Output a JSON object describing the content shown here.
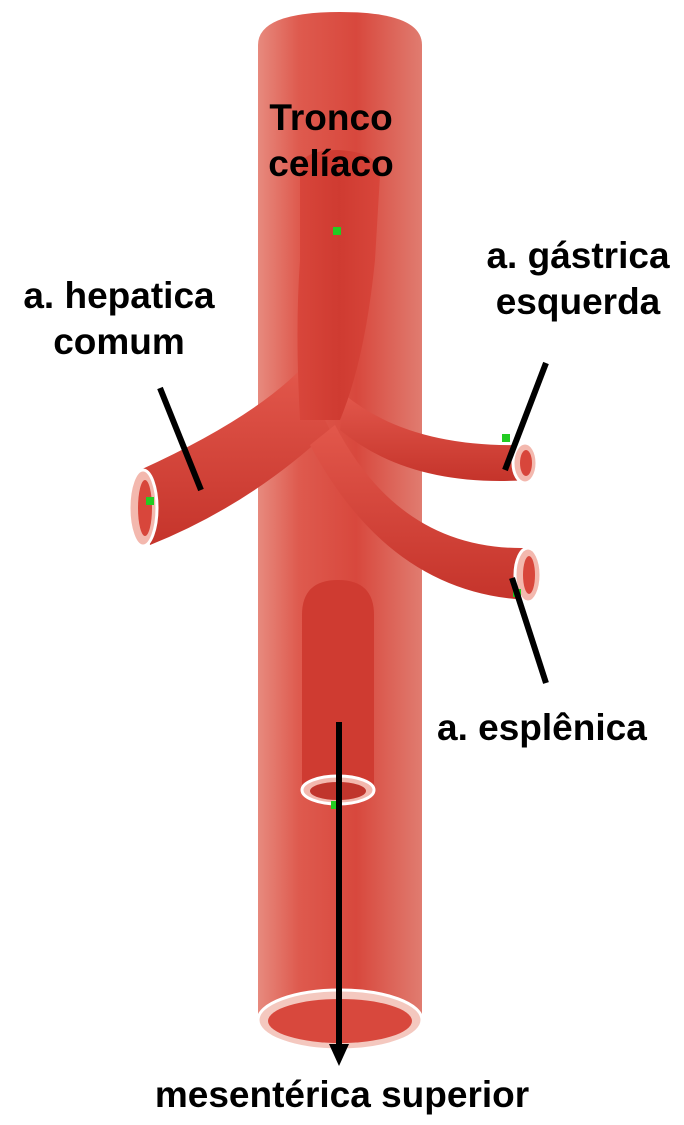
{
  "labels": {
    "tronco_celiaco": [
      "Tronco",
      "celíaco"
    ],
    "hepatica_comum": [
      "a. hepatica",
      "comum"
    ],
    "gastrica_esquerda": [
      "a. gástrica",
      "esquerda"
    ],
    "esplenica": "a. esplênica",
    "mesenterica_superior": "mesentérica superior"
  },
  "colors": {
    "vessel": "#d9463c",
    "vessel_light": "#ec8a7e",
    "vessel_dark": "#b62a22",
    "vessel_inner": "#f3b4aa",
    "marker": "#22cc22",
    "line": "#000000"
  }
}
